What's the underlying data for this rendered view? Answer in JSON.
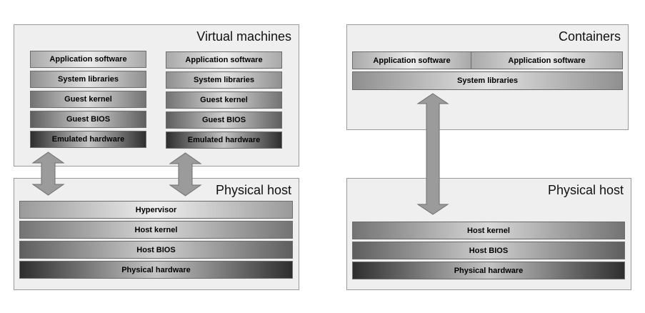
{
  "vm": {
    "title": "Virtual machines",
    "stacks": [
      {
        "app": "Application software",
        "libs": "System libraries",
        "kernel": "Guest kernel",
        "bios": "Guest BIOS",
        "hw": "Emulated hardware"
      },
      {
        "app": "Application software",
        "libs": "System libraries",
        "kernel": "Guest kernel",
        "bios": "Guest BIOS",
        "hw": "Emulated hardware"
      }
    ]
  },
  "vm_host": {
    "title": "Physical host",
    "hypervisor": "Hypervisor",
    "kernel": "Host kernel",
    "bios": "Host BIOS",
    "hw": "Physical hardware"
  },
  "containers": {
    "title": "Containers",
    "apps": [
      "Application software",
      "Application software"
    ],
    "libs": "System libraries"
  },
  "ct_host": {
    "title": "Physical host",
    "kernel": "Host kernel",
    "bios": "Host BIOS",
    "hw": "Physical hardware"
  },
  "colors": {
    "panel_bg": "#efefef",
    "panel_border": "#9a9a9a",
    "arrow_fill": "#9b9b9b",
    "arrow_stroke": "#6e6e6e"
  }
}
